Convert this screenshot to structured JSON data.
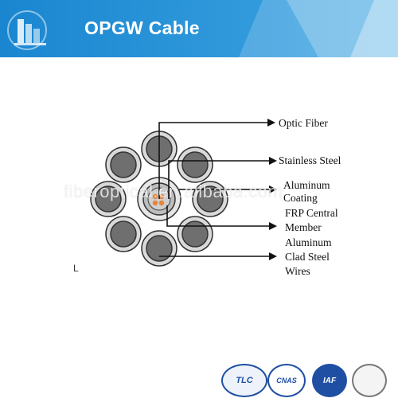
{
  "header": {
    "title": "OPGW Cable",
    "brand_color": "#1e8fd6",
    "logo_icon": "building-logo-icon"
  },
  "diagram": {
    "labels": {
      "optic_fiber": "Optic Fiber",
      "stainless_steel": "Stainless Steel",
      "aluminum_coating_1": "Aluminum",
      "aluminum_coating_2": "Coating",
      "frp_1": "FRP Central",
      "frp_2": "Member",
      "clad_1": "Aluminum",
      "clad_2": "Clad Steel",
      "clad_3": "Wires"
    },
    "stray_letter": "L",
    "wire_color": "#6f6f6f",
    "fiber_color": "#e8843a"
  },
  "watermark": "fiberoptical.en.alibaba.com",
  "footer": {
    "badges": [
      "TLC",
      "CNAS",
      "IAF",
      ""
    ]
  }
}
